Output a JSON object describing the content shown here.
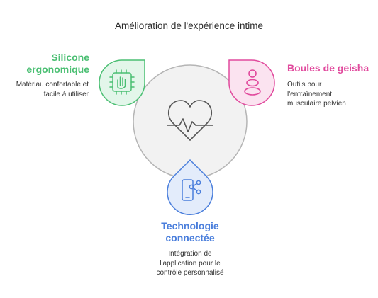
{
  "title": "Amélioration de l'expérience intime",
  "nodes": [
    {
      "heading_lines": [
        "Silicone",
        "ergonomique"
      ],
      "description_lines": [
        "Matériau confortable et",
        "facile à utiliser"
      ],
      "icon": "hand-chip-icon",
      "color": "#4bbf73",
      "fill": "#e3f6ea"
    },
    {
      "heading_lines": [
        "Boules de geisha"
      ],
      "description_lines": [
        "Outils pour",
        "l'entraînement",
        "musculaire pelvien"
      ],
      "icon": "stacked-stones-icon",
      "color": "#e14a9d",
      "fill": "#fbe3f0"
    },
    {
      "heading_lines": [
        "Technologie",
        "connectée"
      ],
      "description_lines": [
        "Intégration de",
        "l'application pour le",
        "contrôle personnalisé"
      ],
      "icon": "phone-share-icon",
      "color": "#4b7fdc",
      "fill": "#e3ecfb"
    }
  ],
  "center_icon": "heart-pulse-icon",
  "colors": {
    "center_fill": "#f2f2f2",
    "center_stroke": "#b5b5b5",
    "title": "#2b2b2b"
  }
}
